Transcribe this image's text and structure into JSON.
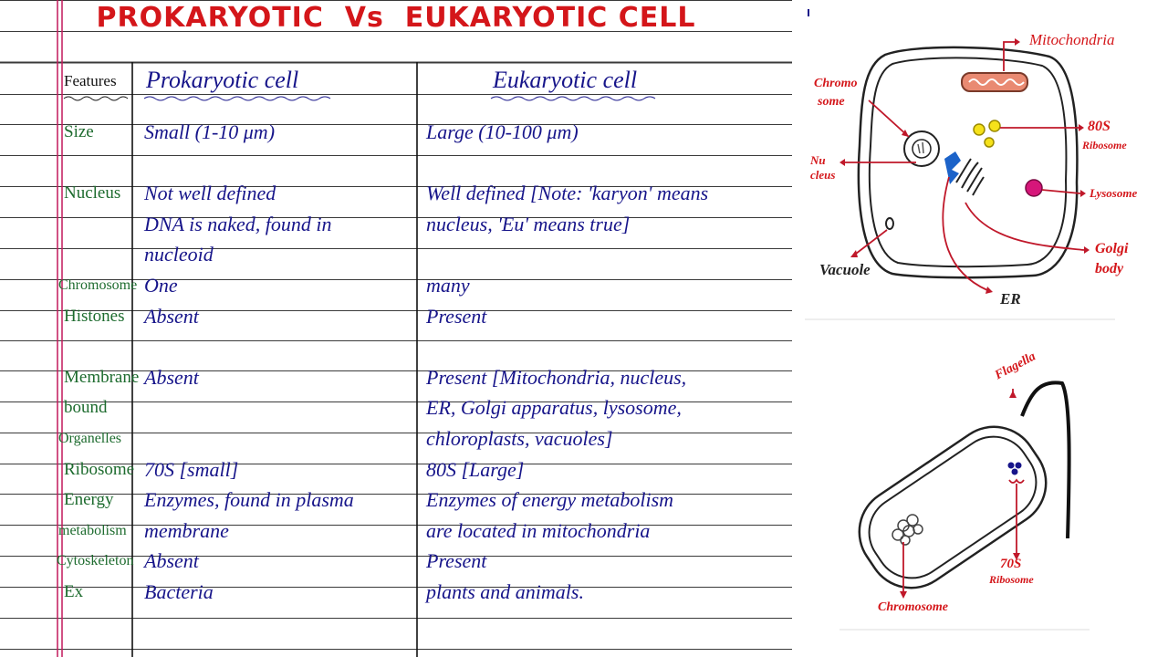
{
  "title": "PROKARYOTIC  Vs  EUKARYOTIC CELL",
  "table": {
    "header": {
      "feature": "Features",
      "prokaryotic": "Prokaryotic cell",
      "eukaryotic": "Eukaryotic cell"
    },
    "rows": [
      {
        "feature": [
          "Size"
        ],
        "prokaryotic": [
          "Small  (1-10 μm)"
        ],
        "eukaryotic": [
          "Large  (10-100 μm)"
        ]
      },
      {
        "feature": [
          "Nucleus"
        ],
        "prokaryotic": [
          "Not well defined",
          "DNA is naked, found in",
          "nucleoid"
        ],
        "eukaryotic": [
          "Well defined [Note: 'karyon' means",
          "nucleus, 'Eu' means true]"
        ]
      },
      {
        "feature": [
          "Chromosome"
        ],
        "prokaryotic": [
          "One"
        ],
        "eukaryotic": [
          "many"
        ]
      },
      {
        "feature": [
          "Histones"
        ],
        "prokaryotic": [
          "Absent"
        ],
        "eukaryotic": [
          "Present"
        ]
      },
      {
        "feature": [
          "Membrane",
          "bound",
          "Organelles"
        ],
        "prokaryotic": [
          "Absent"
        ],
        "eukaryotic": [
          "Present [Mitochondria, nucleus,",
          "ER, Golgi apparatus, lysosome,",
          "chloroplasts, vacuoles]"
        ]
      },
      {
        "feature": [
          "Ribosome"
        ],
        "prokaryotic": [
          "70S [small]"
        ],
        "eukaryotic": [
          "80S [Large]"
        ]
      },
      {
        "feature": [
          "Energy",
          "metabolism"
        ],
        "prokaryotic": [
          "Enzymes, found in plasma",
          "membrane"
        ],
        "eukaryotic": [
          "Enzymes of energy metabolism",
          "are located in mitochondria"
        ]
      },
      {
        "feature": [
          "Cytoskeleton"
        ],
        "prokaryotic": [
          "Absent"
        ],
        "eukaryotic": [
          "Present"
        ]
      },
      {
        "feature": [
          "Ex"
        ],
        "prokaryotic": [
          "Bacteria"
        ],
        "eukaryotic": [
          "plants and animals."
        ]
      }
    ]
  },
  "eukaryote_diagram": {
    "labels": {
      "mitochondria": "Mitochondria",
      "chromosome": [
        "Chromo",
        "some"
      ],
      "ribosome": [
        "80S",
        "Ribosome"
      ],
      "nucleus": [
        "Nu",
        "cleus"
      ],
      "lysosome": "Lysosome",
      "golgi": [
        "Golgi",
        "body"
      ],
      "vacuole": "Vacuole",
      "er": "ER"
    }
  },
  "prokaryote_diagram": {
    "labels": {
      "flagella": "Flagella",
      "ribosome": [
        "70S",
        "Ribosome"
      ],
      "chromosome": "Chromosome"
    }
  },
  "colors": {
    "title": "#d4161a",
    "feature_text": "#1d6b2e",
    "cell_text": "#17158a",
    "margin_line": "#c2185b",
    "rule_line": "#3a3a3a",
    "label_arrow": "#c0182a"
  }
}
